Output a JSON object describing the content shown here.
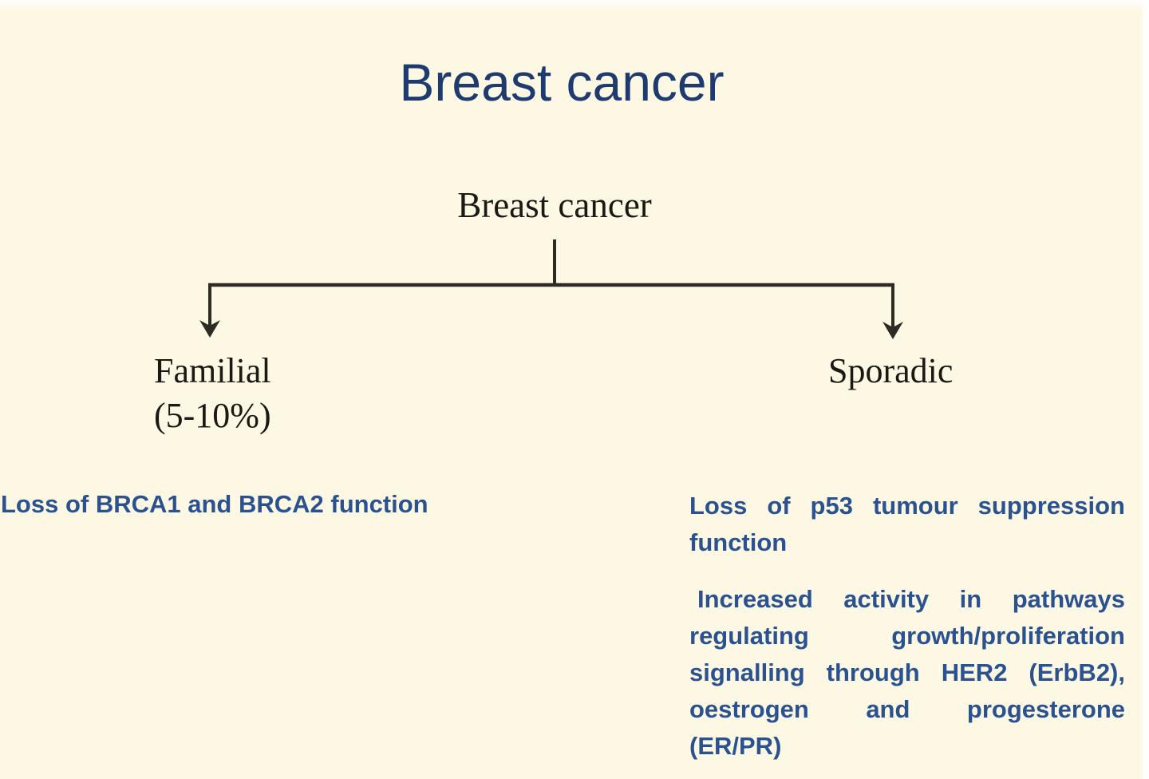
{
  "slide": {
    "title": "Breast cancer",
    "tree": {
      "root": "Breast cancer",
      "branches": [
        {
          "label": "Familial",
          "note": "(5-10%)"
        },
        {
          "label": "Sporadic"
        }
      ]
    },
    "familial_details": "Loss of BRCA1 and BRCA2 function",
    "sporadic_details": {
      "paragraphs": [
        {
          "lines": [
            "Loss of p53 tumour suppression",
            "function"
          ]
        },
        {
          "lines": [
            "Increased activity in pathways",
            "regulating growth/proliferation",
            "signalling through HER2 (ErbB2),",
            "oestrogen and progesterone",
            "(ER/PR)"
          ]
        }
      ]
    },
    "colors": {
      "background": "#FCF8E3",
      "title_blue": "#1E3A6E",
      "body_blue": "#2B5290",
      "diagram_ink": "#2E2B24"
    }
  }
}
